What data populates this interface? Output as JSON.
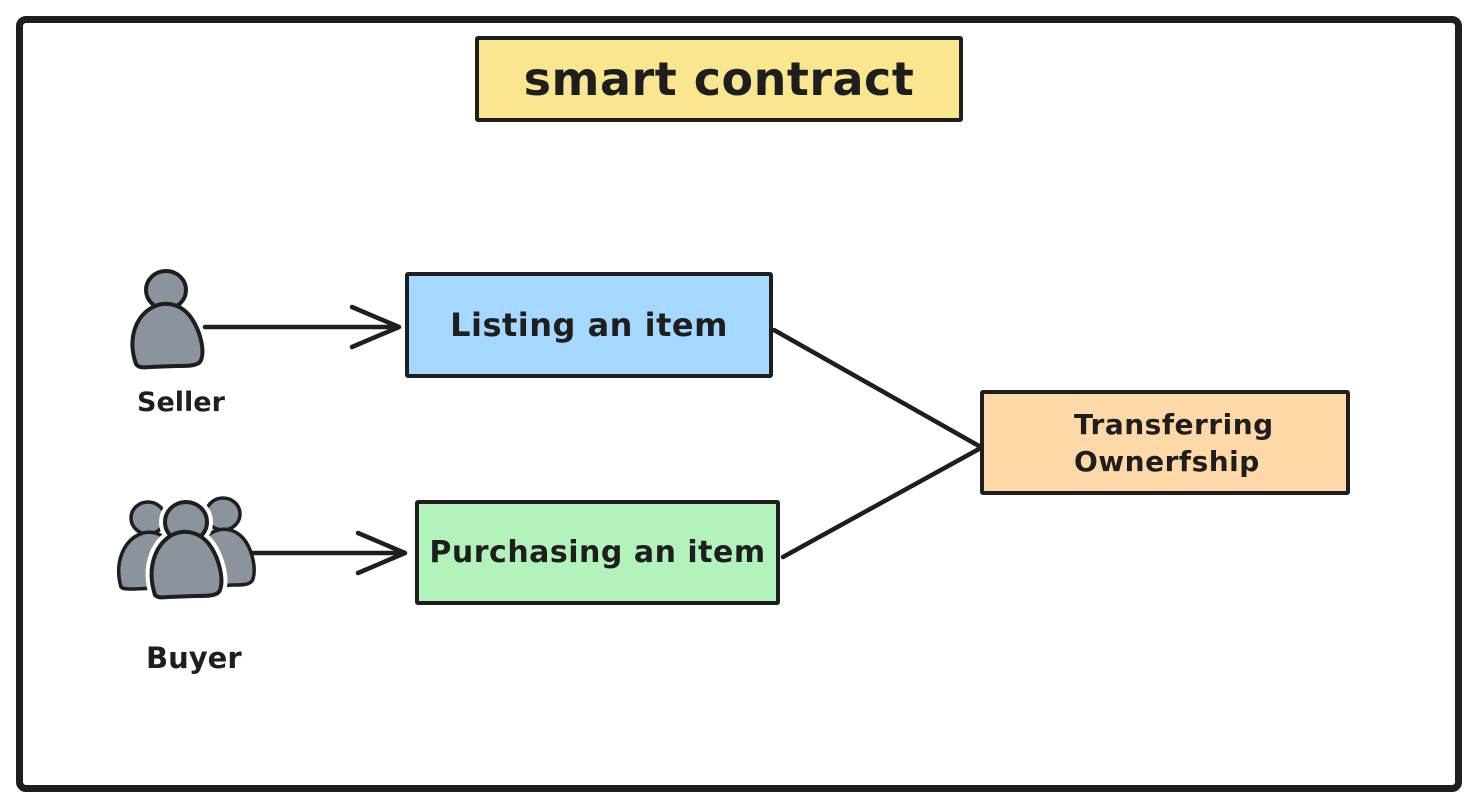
{
  "diagram": {
    "title": "smart contract",
    "nodes": {
      "listing": {
        "label": "Listing an item",
        "fill": "#a5d8ff"
      },
      "purchasing": {
        "label": "Purchasing an item",
        "fill": "#b2f2bb"
      },
      "transferring": {
        "label_lines": [
          "Transferring",
          "Ownerfship"
        ],
        "fill": "#ffd8a8"
      },
      "title_fill": "#f9e68f"
    },
    "actors": {
      "seller": {
        "label": "Seller",
        "icon": "single-person-icon"
      },
      "buyer": {
        "label": "Buyer",
        "icon": "people-group-icon"
      }
    },
    "connections": [
      {
        "from": "seller",
        "to": "listing",
        "type": "arrow"
      },
      {
        "from": "buyer",
        "to": "purchasing",
        "type": "arrow"
      },
      {
        "from": "listing",
        "to": "transferring",
        "type": "line"
      },
      {
        "from": "purchasing",
        "to": "transferring",
        "type": "line"
      }
    ],
    "colors": {
      "stroke": "#1e1e1e",
      "actor_fill": "#8b939c",
      "background": "#ffffff"
    }
  }
}
